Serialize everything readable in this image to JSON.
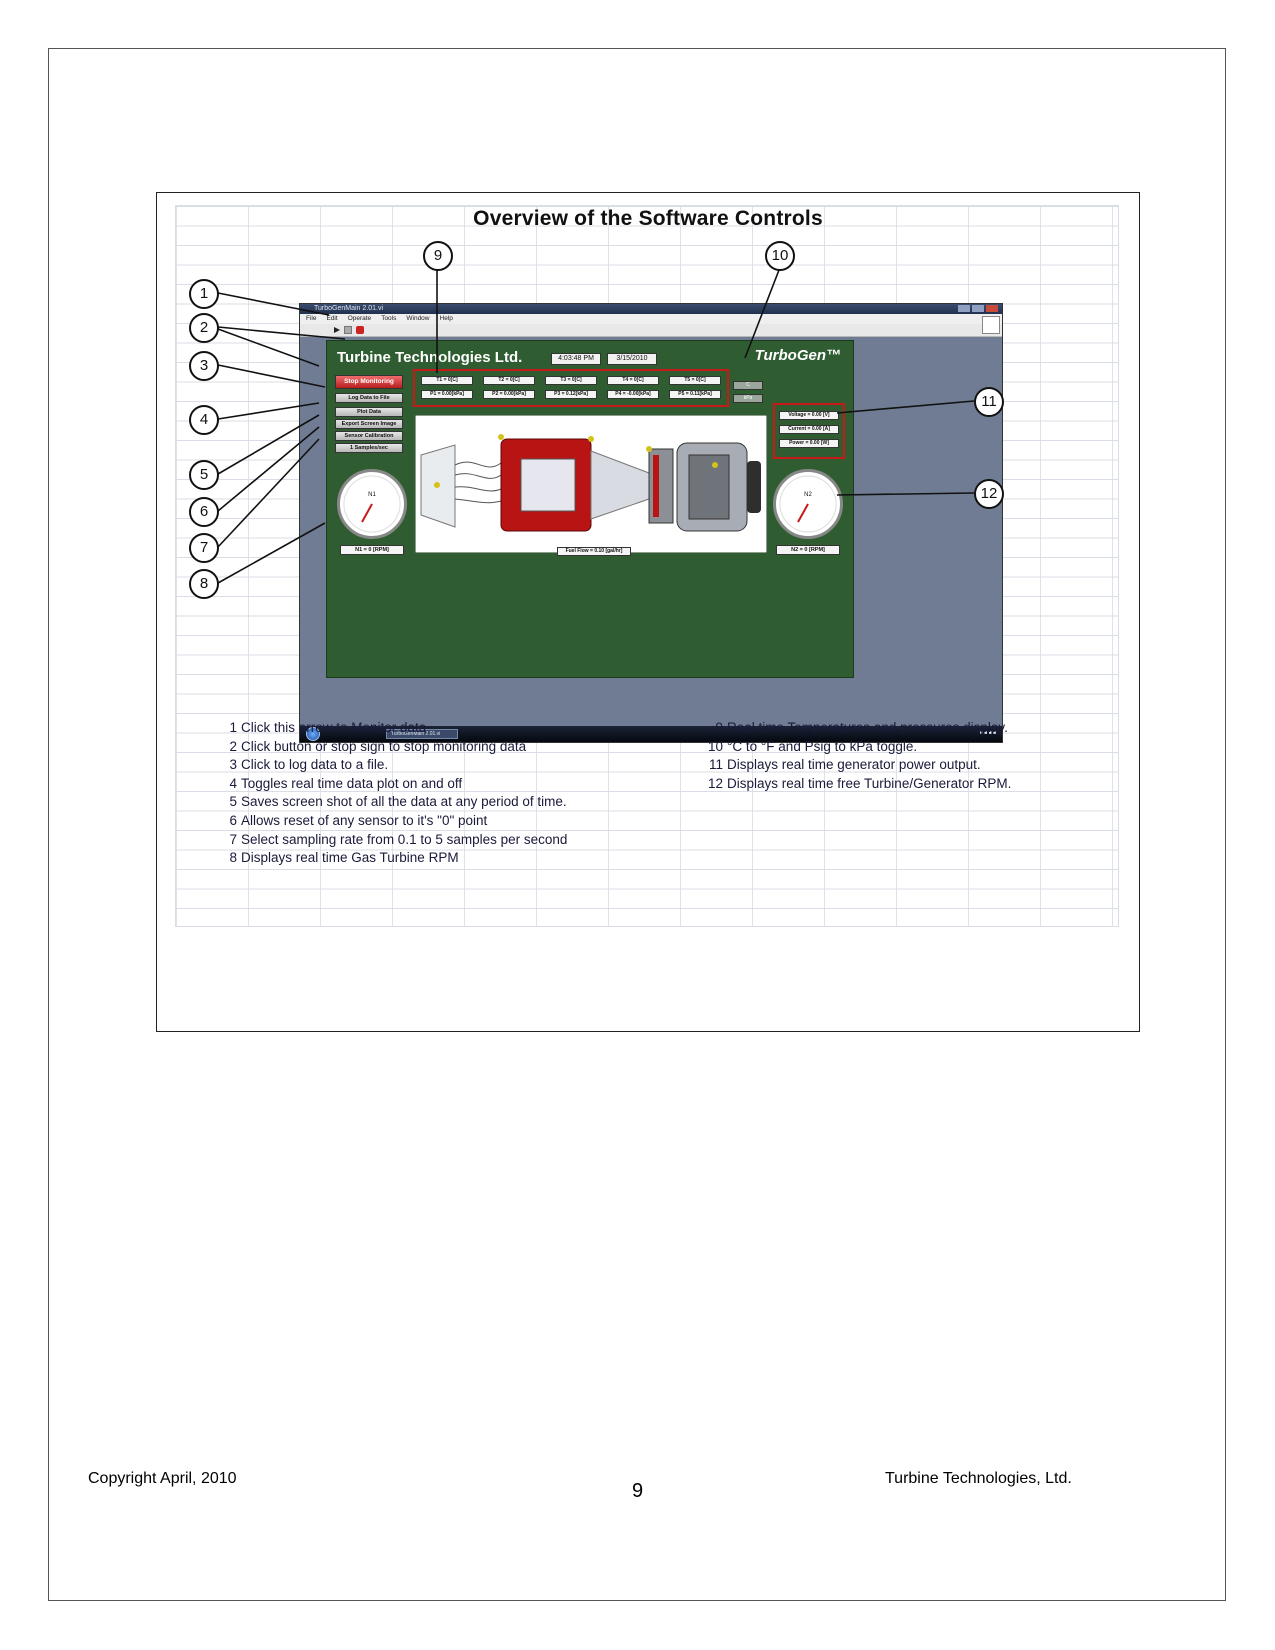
{
  "figure": {
    "title": "Overview of the Software Controls"
  },
  "screenshot": {
    "window_title": "TurboGenMain 2.01.vi",
    "menu": [
      "File",
      "Edit",
      "Operate",
      "Tools",
      "Window",
      "Help"
    ],
    "company": "Turbine Technologies Ltd.",
    "time": "4:03:48 PM",
    "date": "3/15/2010",
    "brand": "TurboGen™",
    "buttons": {
      "stop": "Stop Monitoring",
      "log": "Log Data to File",
      "plot": "Plot Data",
      "export": "Export Screen Image",
      "calibration": "Sensor Calibration",
      "rate": "1 Samples/sec"
    },
    "temperatures": [
      "T1 = 0[C]",
      "T2 = 0[C]",
      "T3 = 0[C]",
      "T4 = 0[C]",
      "T5 = 0[C]"
    ],
    "pressures": [
      "P1 = 0.00[kPa]",
      "P2 = 0.00[kPa]",
      "P3 = 0.12[kPa]",
      "P4 = -0.00[kPa]",
      "P5 = 0.11[kPa]"
    ],
    "toggles": [
      "C",
      "kPa"
    ],
    "power": {
      "voltage": "Voltage = 0.00 [V]",
      "current": "Current = 0.00 [A]",
      "power": "Power = 0.00 [W]"
    },
    "gauge_labels": [
      "N1",
      "N2"
    ],
    "n1": "N1 = 0 [RPM]",
    "n2": "N2 = 0 [RPM]",
    "fuel": "Fuel Flow = 0.10 [gal/hr]",
    "taskbar_item": "TurboGenMain 2.01.vi"
  },
  "callouts": [
    "1",
    "2",
    "3",
    "4",
    "5",
    "6",
    "7",
    "8",
    "9",
    "10",
    "11",
    "12"
  ],
  "legend_left": [
    {
      "num": "1",
      "text": "Click this arrow to Monitor data"
    },
    {
      "num": "2",
      "text": "Click button or stop sign to stop monitoring data"
    },
    {
      "num": "3",
      "text": "Click to log data to a file."
    },
    {
      "num": "4",
      "text": "Toggles real time data plot on and off"
    },
    {
      "num": "5",
      "text": "Saves screen shot of all the data at any period of time."
    },
    {
      "num": "6",
      "text": "Allows reset of any sensor to it's \"0\" point"
    },
    {
      "num": "7",
      "text": "Select sampling rate from 0.1 to 5 samples per second"
    },
    {
      "num": "8",
      "text": "Displays real time Gas Turbine RPM"
    }
  ],
  "legend_right": [
    {
      "num": "9",
      "text": "Real time Temperatures and pressures display."
    },
    {
      "num": "10",
      "text": "°C to °F and Psig to kPa toggle."
    },
    {
      "num": "11",
      "text": "Displays real time generator power output."
    },
    {
      "num": "12",
      "text": "Displays real time free Turbine/Generator RPM."
    }
  ],
  "footer": {
    "left": "Copyright April, 2010",
    "page": "9",
    "right": "Turbine Technologies, Ltd."
  },
  "colors": {
    "panel_green": "#2f5d31",
    "highlight_red": "#c91818",
    "engine_red": "#b81414",
    "background_slate": "#6f7c93"
  }
}
